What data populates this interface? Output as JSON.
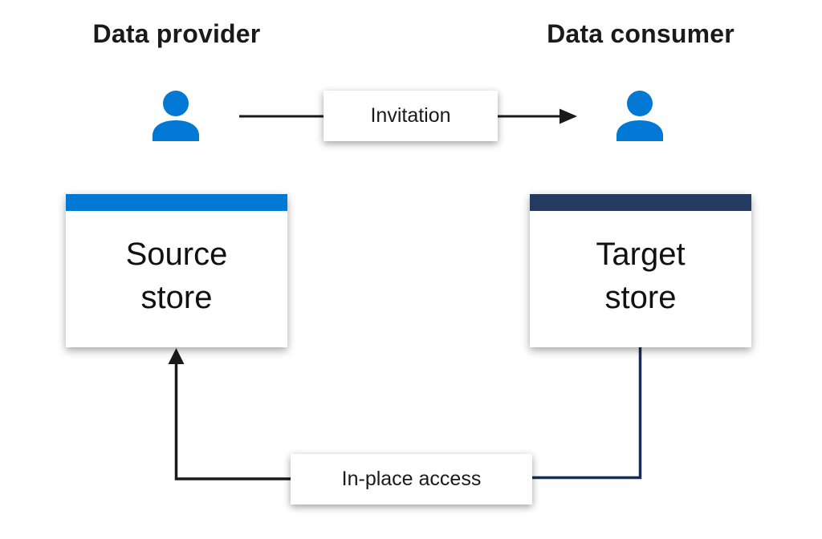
{
  "diagram": {
    "titles": {
      "provider": "Data provider",
      "consumer": "Data consumer"
    },
    "nodes": {
      "source_store": "Source store",
      "target_store": "Target store"
    },
    "connectors": {
      "invitation": "Invitation",
      "in_place_access": "In-place access"
    },
    "icons": {
      "provider": "person-icon",
      "consumer": "person-icon"
    },
    "colors": {
      "provider_accent": "#0078D4",
      "consumer_accent": "#243A5E",
      "connector_black": "#1A1A1A",
      "connector_navy": "#1A2B54",
      "text": "#1A1A1A",
      "box_background": "#FFFFFF"
    }
  }
}
